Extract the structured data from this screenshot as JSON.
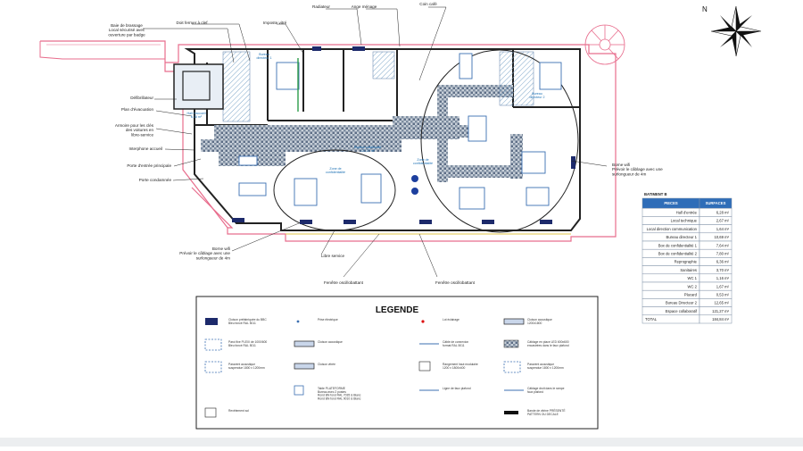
{
  "north": {
    "label": "N"
  },
  "callouts_top": [
    {
      "id": "baie",
      "text": "Baie de brassage\nLocal sécurisé avec\nouverture par badge"
    },
    {
      "id": "doigt",
      "text": "Doit fermer à clef"
    },
    {
      "id": "imposte",
      "text": "Imposte vitré"
    },
    {
      "id": "radiateur",
      "text": "Radiateur"
    },
    {
      "id": "menage",
      "text": "Ange ménage"
    },
    {
      "id": "cafe",
      "text": "Coin café"
    }
  ],
  "callouts_left": [
    {
      "id": "defib",
      "text": "Défibrillateur",
      "color": "#222222"
    },
    {
      "id": "evac",
      "text": "Plan d'évacuation",
      "color": "#d11111"
    },
    {
      "id": "armoire",
      "text": "Armoire pour les clés\ndes voitures en\nlibre-service",
      "color": "#222222"
    },
    {
      "id": "interphone",
      "text": "Interphone accueil",
      "color": "#222222"
    },
    {
      "id": "porte_entree",
      "text": "Porte d'entrée principale",
      "color": "#222222"
    },
    {
      "id": "porte_cond",
      "text": "Porte condamnée",
      "color": "#222222"
    }
  ],
  "callouts_bottom": [
    {
      "id": "borne_wifi_1",
      "text": "Borne wifi\nPrévoir le câblage avec une\nsurlongueur de 4m"
    },
    {
      "id": "libre_service",
      "text": "Libre service"
    },
    {
      "id": "fenetre_1",
      "text": "Fenêtre oscillobattant"
    },
    {
      "id": "fenetre_2",
      "text": "Fenêtre oscillobattant"
    }
  ],
  "callout_right": {
    "id": "borne_wifi_2",
    "text": "Borne wifi\nPrévoir le câblage avec une\nsurlongueur de 4m"
  },
  "rooms": [
    {
      "id": "r_hall",
      "text": "Hall d'accueil\n6,28 m²"
    },
    {
      "id": "r_dir1",
      "text": "Bureau\ndirecteur 1"
    },
    {
      "id": "r_conf1",
      "text": "Zone de\nconfidentialité"
    },
    {
      "id": "r_conf2",
      "text": "Zone de\nconfidentialité"
    },
    {
      "id": "r_open",
      "text": "Espace collaboratif\n121,27 m²"
    },
    {
      "id": "r_dir2",
      "text": "Bureau\ndirecteur 2"
    }
  ],
  "table": {
    "title": "BATIMENT B",
    "headers": [
      "PIECES",
      "SURFACES"
    ],
    "rows": [
      [
        "Hall d'entrée",
        "6,28 m²"
      ],
      [
        "Local technique",
        "2,67 m²"
      ],
      [
        "Local direction communication",
        "1,64 m²"
      ],
      [
        "Bureau directeur 1",
        "10,69 m²"
      ],
      [
        "Box de confidentialité 1",
        "7,64 m²"
      ],
      [
        "Box de confidentialité 2",
        "7,80 m²"
      ],
      [
        "Reprographie",
        "6,36 m²"
      ],
      [
        "Sanitaires",
        "3,70 m²"
      ],
      [
        "WC 1",
        "1,16 m²"
      ],
      [
        "WC 2",
        "1,67 m²"
      ],
      [
        "Placard",
        "0,53 m²"
      ],
      [
        "Bureau Directeur 2",
        "12,65 m²"
      ],
      [
        "Espace collaboratif",
        "121,27 m²"
      ]
    ],
    "total_label": "TOTAL",
    "total_value": "184,84 m²"
  },
  "legend": {
    "title": "LEGENDE",
    "items": [
      {
        "id": "l1",
        "text": "Cloison préfabriquée du BBC\nBleu foncé RAL 5011"
      },
      {
        "id": "l2",
        "text": "Paroi fixe PLEXI de 1000/600\nBleu foncé RAL 5011"
      },
      {
        "id": "l3",
        "text": "Prise électrique"
      },
      {
        "id": "l4",
        "text": "Cloison acoustique\n1200x1800"
      },
      {
        "id": "l5",
        "text": "Paravent acoustique\nsuspendue 1800 x 1200mm"
      },
      {
        "id": "l6",
        "text": "Cloison acoustique"
      },
      {
        "id": "l7",
        "text": "Câble de connexion\nformat RAL 5011"
      },
      {
        "id": "l8",
        "text": "Lot éclairage"
      },
      {
        "id": "l9",
        "text": "Cloison vitrée"
      },
      {
        "id": "l10",
        "text": "Rangement haut modulaire\n1200 x 1800x400"
      },
      {
        "id": "l11",
        "text": "Câblage en place LED 600x600\nencastrées dans le faux plafond"
      },
      {
        "id": "l12",
        "text": "Paravent acoustique\nsuspendue 1800 x 1200mm"
      },
      {
        "id": "l13",
        "text": "Table PLATEFORME\nBureau avec 2 postes\nRond BN fond RAL 7035 & Blanc\nRond BN fond RAL 9010 & Blanc"
      },
      {
        "id": "l14",
        "text": "Ligne de faux plafond"
      },
      {
        "id": "l15",
        "text": "Câblage droit dans le rampe\nfaux plafond"
      },
      {
        "id": "l16",
        "text": "Revêtement sol"
      },
      {
        "id": "l17",
        "text": "Bande de vitrine PRÉSENTÉ\nPATTERN OU DECALE"
      }
    ]
  }
}
